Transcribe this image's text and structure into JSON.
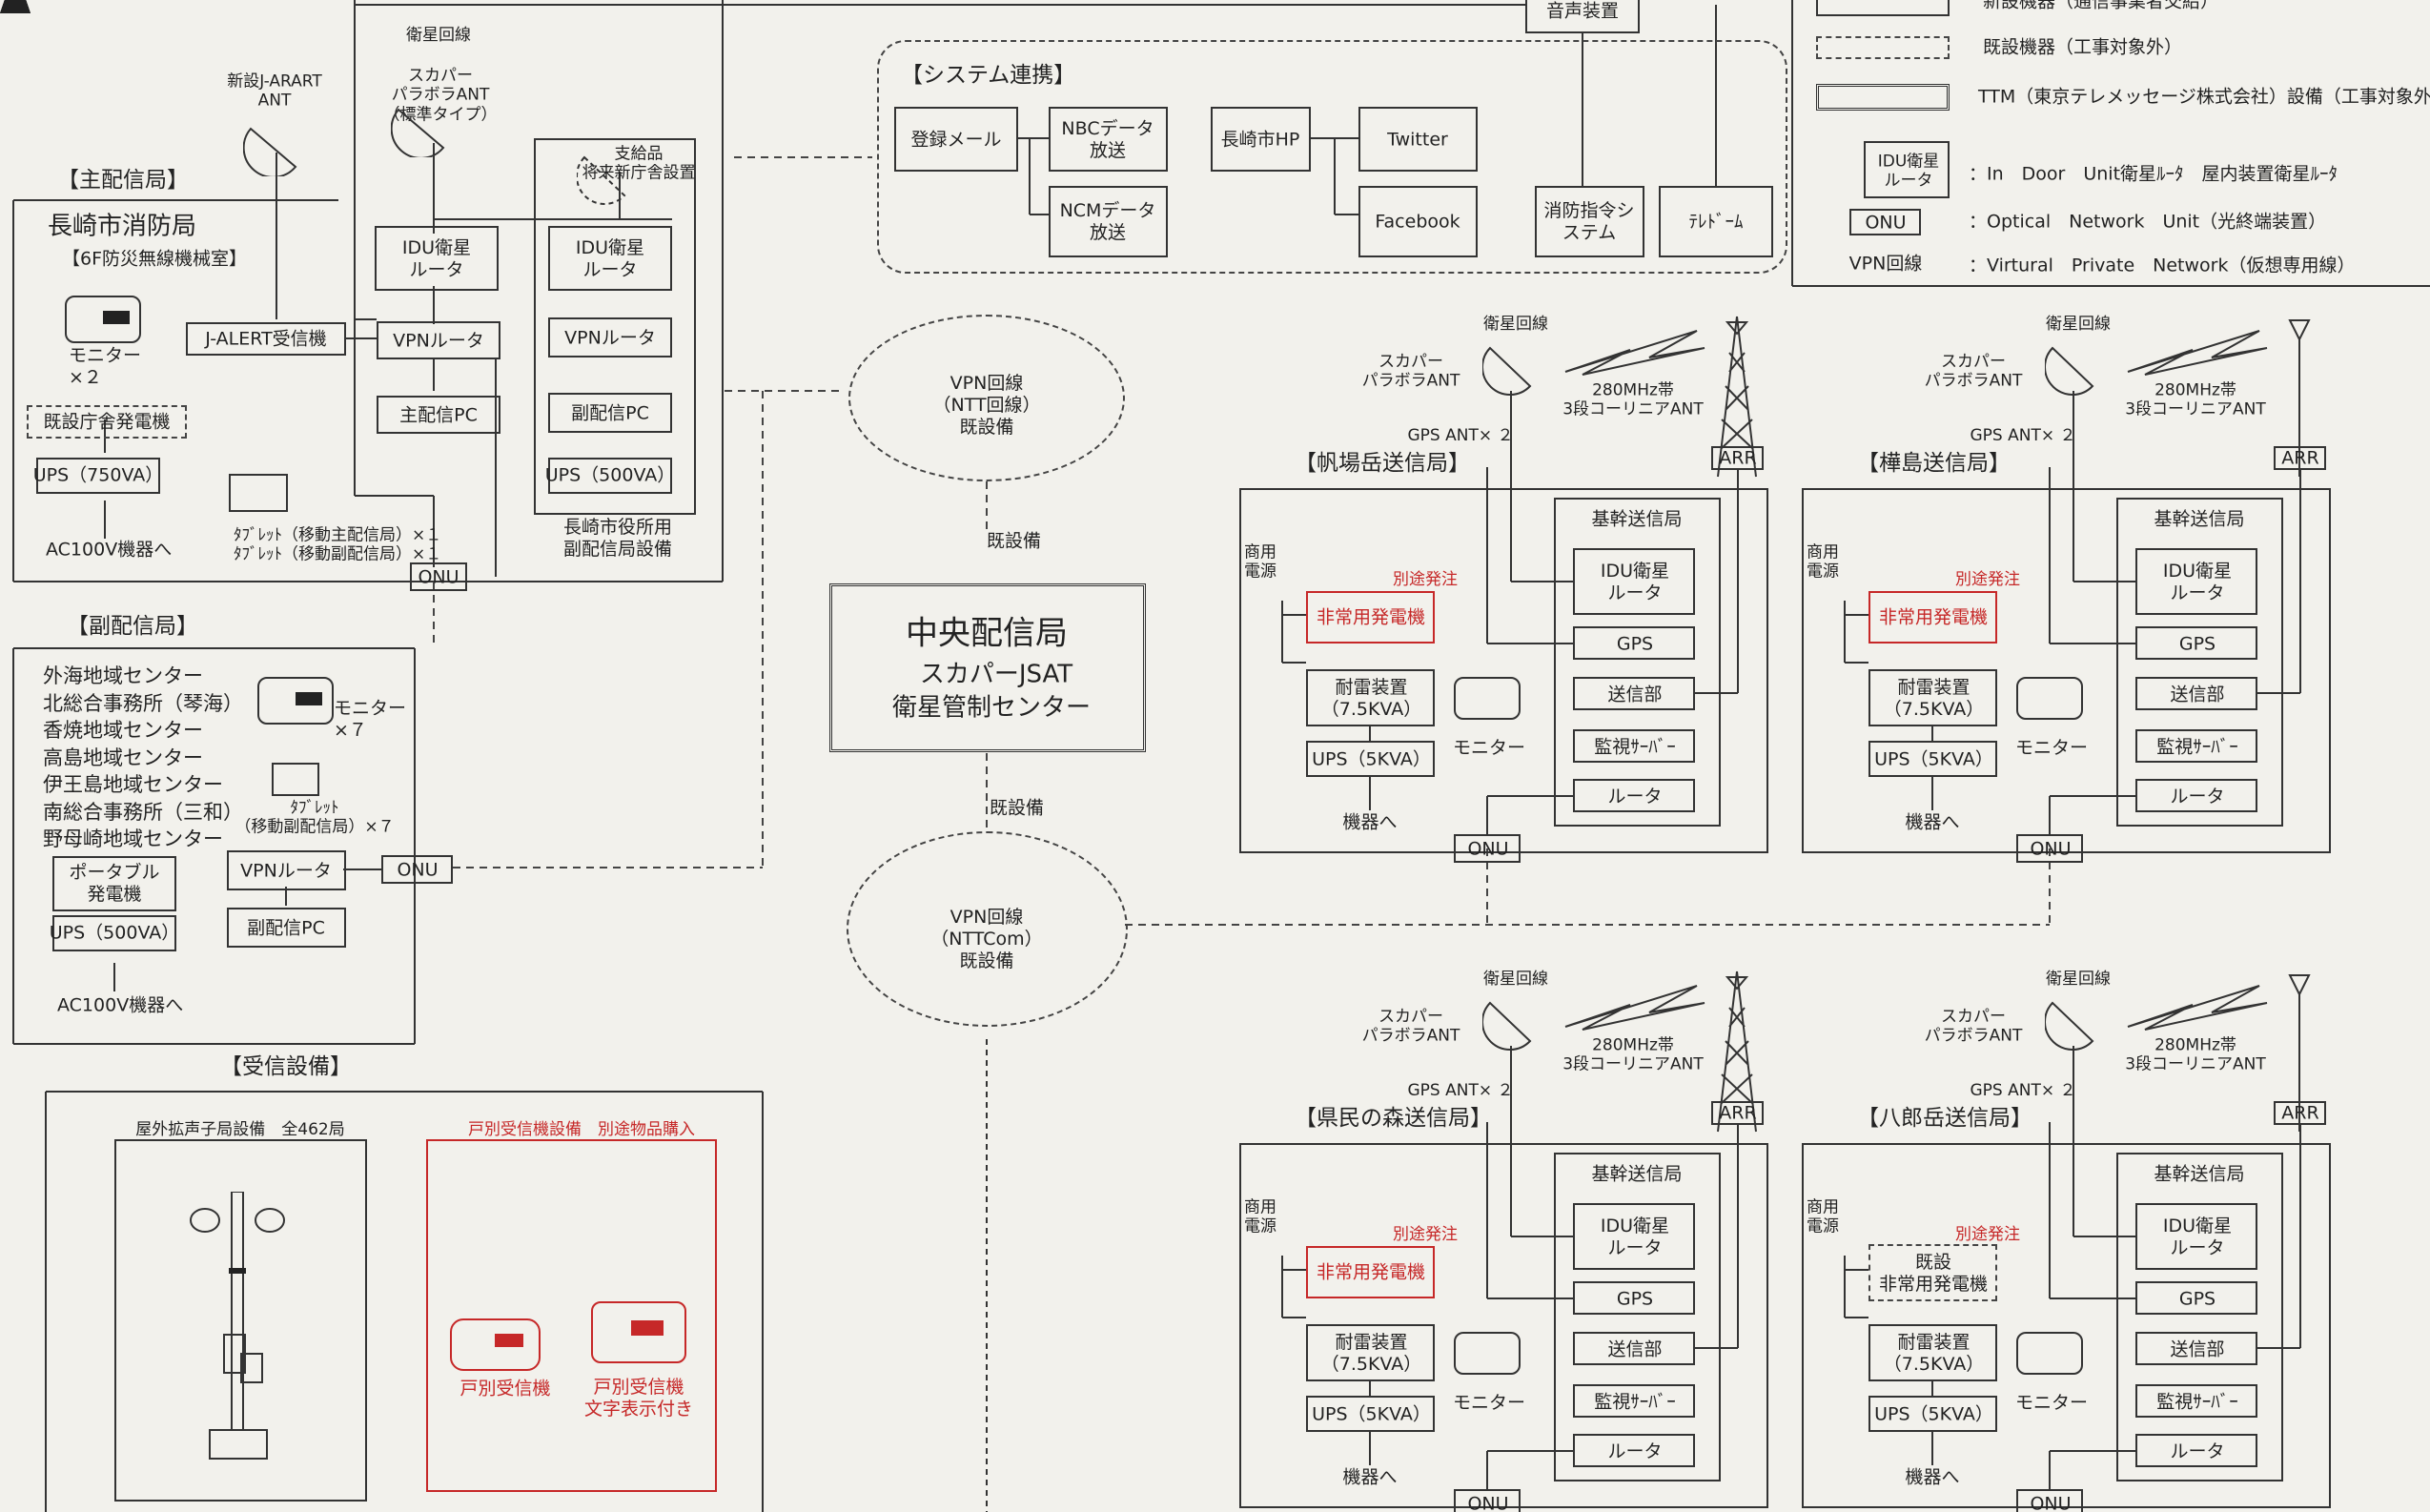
{
  "legend": {
    "new": "新設機器（通信事業者交給）",
    "existing": "既設機器（工事対象外）",
    "ttm": "TTM（東京テレメッセージ株式会社）設備（工事対象外）",
    "idu_box": "IDU衛星\nルータ",
    "idu_desc": "：In　Door　Unit衛星ﾙｰﾀ　屋内装置衛星ﾙｰﾀ",
    "onu_box": "ONU",
    "onu_desc": "：Optical　Network　Unit（光終端装置）",
    "vpn_label": "VPN回線",
    "vpn_desc": "：Virtural　Private　Network（仮想専用線）"
  },
  "audio": "音声装置",
  "main": {
    "title": "【主配信局】",
    "office": "長崎市消防局",
    "room": "【6F防災無線機械室】",
    "monitor": "モニター\n×２",
    "jalert_ant": "新設J-ARART\nANT",
    "jalert": "J-ALERT受信機",
    "sat_line": "衛星回線",
    "skyper": "スカパー\nパラボラANT\n（標準タイプ）",
    "generator": "既設庁舎発電機",
    "ups": "UPS（750VA）",
    "ac": "AC100V機器へ",
    "tablet": "ﾀﾌﾞﾚｯﾄ（移動主配信局）×１\nﾀﾌﾞﾚｯﾄ（移動副配信局）×１",
    "idu": "IDU衛星\nルータ",
    "vpn": "VPNルータ",
    "pc": "主配信PC",
    "onu": "ONU"
  },
  "cityhall": {
    "supply": "支給品\n将来新庁舎設置",
    "idu": "IDU衛星\nルータ",
    "vpn": "VPNルータ",
    "pc": "副配信PC",
    "ups": "UPS（500VA）",
    "caption": "長崎市役所用\n副配信局設備"
  },
  "sub": {
    "title": "【副配信局】",
    "centers": "外海地域センター\n北総合事務所（琴海）\n香焼地域センター\n高島地域センター\n伊王島地域センター\n南総合事務所（三和）\n野母崎地域センター",
    "monitor": "モニター\n×７",
    "tablet": "ﾀﾌﾞﾚｯﾄ\n（移動副配信局）×７",
    "portable": "ポータブル\n発電機",
    "ups": "UPS（500VA）",
    "ac": "AC100V機器へ",
    "vpn": "VPNルータ",
    "pc": "副配信PC",
    "onu": "ONU"
  },
  "receive": {
    "title": "【受信設備】",
    "outdoor": "屋外拡声子局設備　全462局",
    "indiv": "戸別受信機設備　別途物品購入",
    "r1": "戸別受信機",
    "r2": "戸別受信機\n文字表示付き"
  },
  "system": {
    "title": "【システム連携】",
    "mail": "登録メール",
    "nbc": "NBCデータ\n放送",
    "ncm": "NCMデータ\n放送",
    "hp": "長崎市HP",
    "twitter": "Twitter",
    "facebook": "Facebook",
    "fire": "消防指令シ\nステム",
    "teledome": "ﾃﾚﾄﾞｰﾑ"
  },
  "center": {
    "vpn_ntt": "VPN回線\n（NTT回線）\n既設備",
    "existing1": "既設備",
    "title": "中央配信局",
    "l2": "スカパーJSAT",
    "l3": "衛星管制センター",
    "existing2": "既設備",
    "vpn_ntcom": "VPN回線\n（NTTCom）\n既設備"
  },
  "station_common": {
    "sat_line": "衛星回線",
    "skyper": "スカパー\nパラボラANT",
    "band": "280MHz帯\n3段コーリニアANT",
    "gps_ant": "GPS ANT× ２",
    "arr": "ARR",
    "kikan": "基幹送信局",
    "power": "商用\n電源",
    "separate": "別途発注",
    "gen": "非常用発電機",
    "gen_existing": "既設\n非常用発電機",
    "seismic": "耐雷装置\n（7.5KVA）",
    "ups": "UPS（5KVA）",
    "to_eq": "機器へ",
    "monitor": "モニター",
    "idu": "IDU衛星\nルータ",
    "gps": "GPS",
    "tx": "送信部",
    "watch": "監視ｻｰﾊﾞｰ",
    "router": "ルータ",
    "onu": "ONU"
  },
  "stations": [
    {
      "name": "【帆場岳送信局】"
    },
    {
      "name": "【樺島送信局】"
    },
    {
      "name": "【県民の森送信局】"
    },
    {
      "name": "【八郎岳送信局】"
    }
  ],
  "colors": {
    "line": "#333333",
    "red": "#c62828",
    "bg": "#f2f1ec"
  }
}
